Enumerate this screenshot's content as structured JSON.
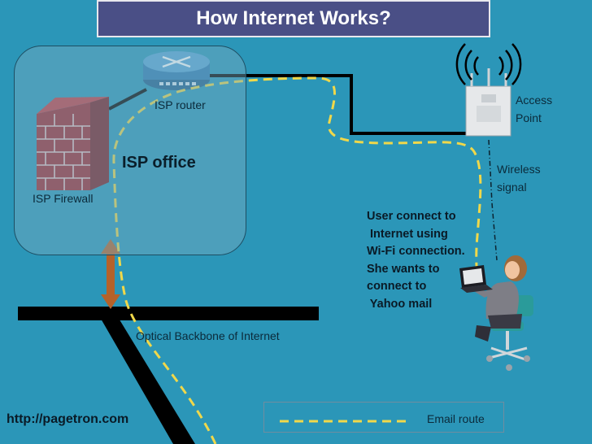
{
  "title": "How Internet Works?",
  "labels": {
    "isp_router": "ISP router",
    "isp_office": "ISP office",
    "isp_firewall": "ISP Firewall",
    "access_point_line1": "Access",
    "access_point_line2": "Point",
    "wireless_line1": "Wireless",
    "wireless_line2": "signal",
    "backbone": "Optical Backbone of Internet",
    "user_note": "User connect to\n Internet using\nWi-Fi connection.\nShe wants to\nconnect to\n Yahoo mail",
    "website": "http://pagetron.com",
    "legend": "Email route"
  },
  "colors": {
    "background": "#2b96b8",
    "title_bg": "#4a4f86",
    "email_route": "#f0d84a",
    "cable": "#000000",
    "link_arrow": "#b5622a",
    "firewall": "#b3282d"
  },
  "icons": [
    "router-icon",
    "firewall-icon",
    "access-point-icon",
    "user-at-laptop-icon"
  ]
}
